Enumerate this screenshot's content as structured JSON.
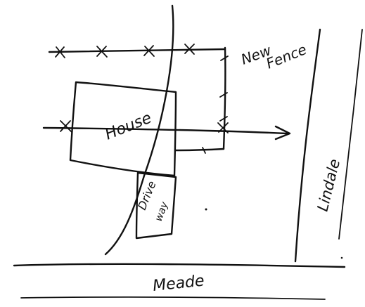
{
  "sketch": {
    "labels": {
      "house": "House",
      "driveway_line1": "Drive",
      "driveway_line2": "way",
      "new_fence_line1": "New",
      "new_fence_line2": "Fence",
      "road_right": "Lindale",
      "road_bottom": "Meade"
    },
    "ink_color": "#111111",
    "background_color": "#ffffff"
  }
}
